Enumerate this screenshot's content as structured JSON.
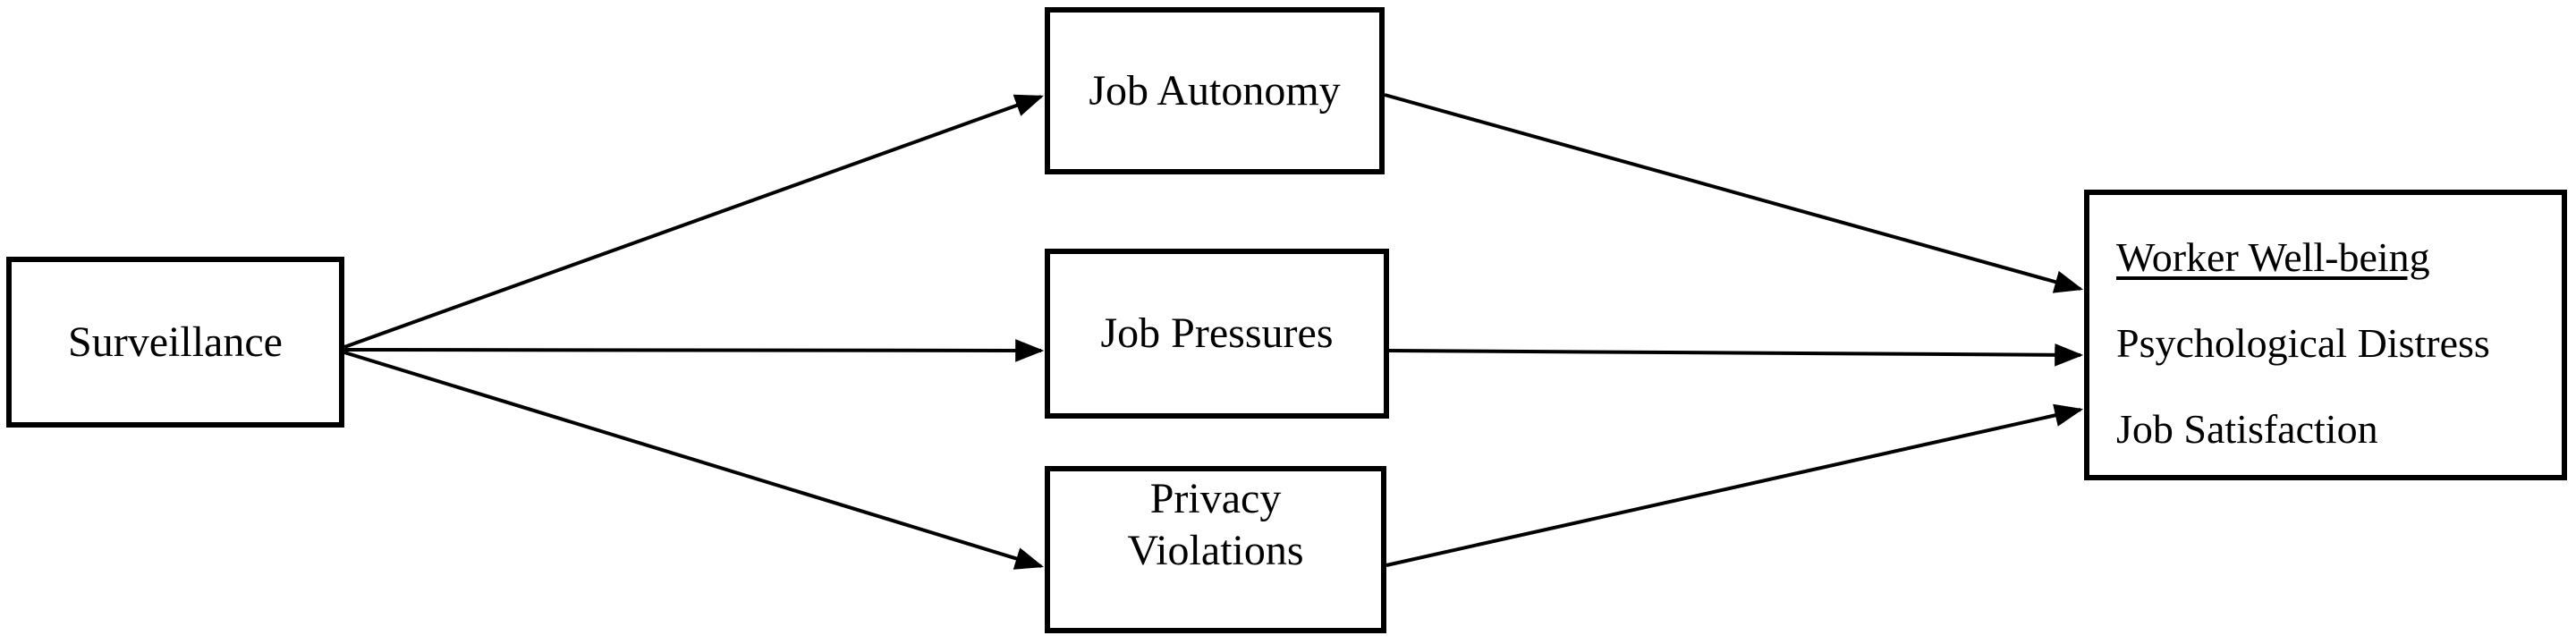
{
  "diagram": {
    "background_color": "#ffffff",
    "stroke_color": "#000000",
    "nodes": [
      {
        "id": "surveillance",
        "label": "Surveillance"
      },
      {
        "id": "job-autonomy",
        "label": "Job Autonomy"
      },
      {
        "id": "job-pressures",
        "label": "Job Pressures"
      },
      {
        "id": "privacy-violations",
        "label_lines": [
          "Privacy",
          "Violations"
        ]
      },
      {
        "id": "worker-well-being",
        "lines": [
          "Worker Well-being",
          "Psychological Distress",
          "Job Satisfaction"
        ],
        "underlined_line_index": 0
      }
    ],
    "edges": [
      {
        "from": "surveillance",
        "to": "job-autonomy"
      },
      {
        "from": "surveillance",
        "to": "job-pressures"
      },
      {
        "from": "surveillance",
        "to": "privacy-violations"
      },
      {
        "from": "job-autonomy",
        "to": "worker-well-being"
      },
      {
        "from": "job-pressures",
        "to": "worker-well-being"
      },
      {
        "from": "privacy-violations",
        "to": "worker-well-being"
      }
    ]
  }
}
